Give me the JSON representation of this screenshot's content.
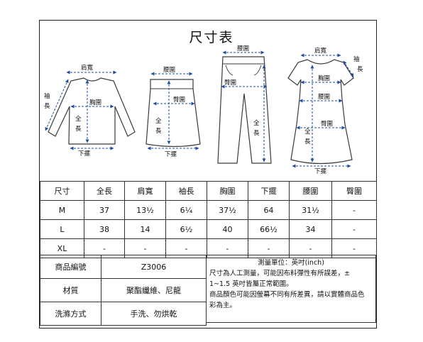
{
  "title": "尺寸表",
  "diagram_labels": {
    "shirt": {
      "shoulder": "肩寬",
      "sleeve": "袖長",
      "chest": "胸圍",
      "length": "全長",
      "hem": "下擺"
    },
    "skirt": {
      "waist": "腰圍",
      "hip": "臀圍",
      "length": "全長",
      "hem": "下擺"
    },
    "pants": {
      "waist": "腰圍",
      "hip": "臀圍",
      "length": "全長"
    },
    "dress": {
      "shoulder": "肩寬",
      "sleeve": "袖長",
      "chest": "胸圍",
      "waist": "腰圍",
      "hip": "臀圍",
      "length": "全長",
      "hem": "下擺"
    }
  },
  "size_table": {
    "headers": [
      "尺寸",
      "全長",
      "肩寬",
      "袖長",
      "胸圍",
      "下擺",
      "腰圍",
      "臀圍"
    ],
    "rows": [
      [
        "M",
        "37",
        "13½",
        "6¼",
        "37½",
        "64",
        "31½",
        "-"
      ],
      [
        "L",
        "38",
        "14",
        "6½",
        "40",
        "66½",
        "34",
        "-"
      ],
      [
        "XL",
        "-",
        "-",
        "-",
        "-",
        "-",
        "-",
        "-"
      ]
    ]
  },
  "product_info": [
    {
      "label": "商品編號",
      "value": "Z3006"
    },
    {
      "label": "材質",
      "value": "聚酯纖維、尼龍"
    },
    {
      "label": "洗滌方式",
      "value": "手洗、勿烘乾"
    }
  ],
  "notes": {
    "unit": "測量單位：英吋(inch)",
    "note1": "尺寸為人工測量，可能因布料彈性有所誤差，±",
    "note1b": "1~1.5 英吋皆屬正常範圍。",
    "note2": "商品顏色可能因螢幕不同有所差異，請以實體商品色",
    "note2b": "彩為主。"
  },
  "colors": {
    "outline": "#3a3a3a",
    "measure": "#1f4e99",
    "border": "#333333"
  }
}
